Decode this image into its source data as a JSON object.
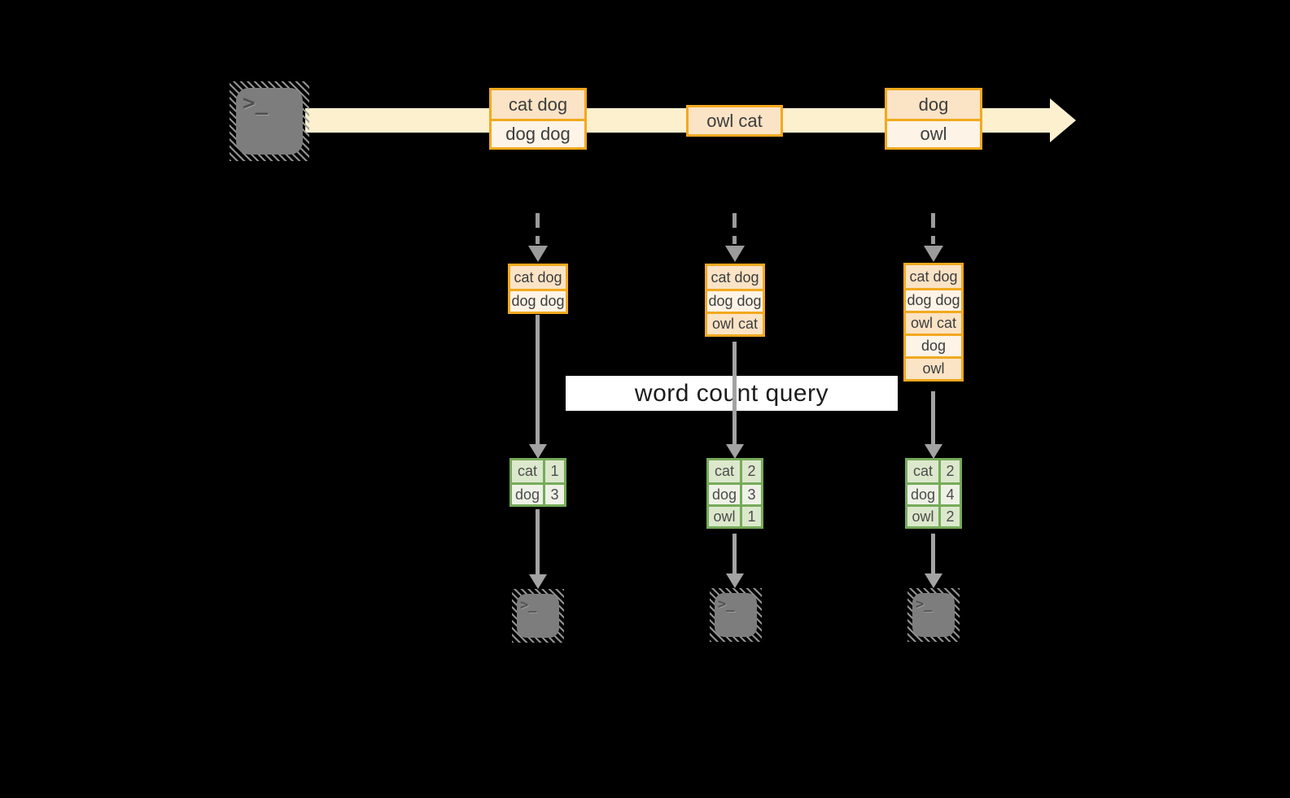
{
  "colors": {
    "background": "#000000",
    "accent_orange": "#f2a91e",
    "fill_peach": "#fbe3c5",
    "fill_cream": "#fdf3e6",
    "timeline_band": "#fdf0ce",
    "green_border": "#76ab5a",
    "green_fill_light": "#dce8cc",
    "green_fill_lighter": "#eef2e6",
    "arrow_gray": "#a3a3a3",
    "terminal_gray": "#7d7d7d",
    "banner_white": "#ffffff"
  },
  "icons": {
    "terminal_glyph": ">_"
  },
  "timeline": {
    "events": [
      {
        "lines": [
          "cat dog",
          "dog dog"
        ]
      },
      {
        "lines": [
          "owl cat"
        ]
      },
      {
        "lines": [
          "dog",
          "owl"
        ]
      }
    ]
  },
  "states": [
    {
      "rows": [
        "cat dog",
        "dog dog"
      ]
    },
    {
      "rows": [
        "cat dog",
        "dog dog",
        "owl cat"
      ]
    },
    {
      "rows": [
        "cat dog",
        "dog dog",
        "owl cat",
        "dog",
        "owl"
      ]
    }
  ],
  "query": {
    "label": "word count query"
  },
  "results": [
    {
      "rows": [
        [
          "cat",
          "1"
        ],
        [
          "dog",
          "3"
        ]
      ]
    },
    {
      "rows": [
        [
          "cat",
          "2"
        ],
        [
          "dog",
          "3"
        ],
        [
          "owl",
          "1"
        ]
      ]
    },
    {
      "rows": [
        [
          "cat",
          "2"
        ],
        [
          "dog",
          "4"
        ],
        [
          "owl",
          "2"
        ]
      ]
    }
  ]
}
